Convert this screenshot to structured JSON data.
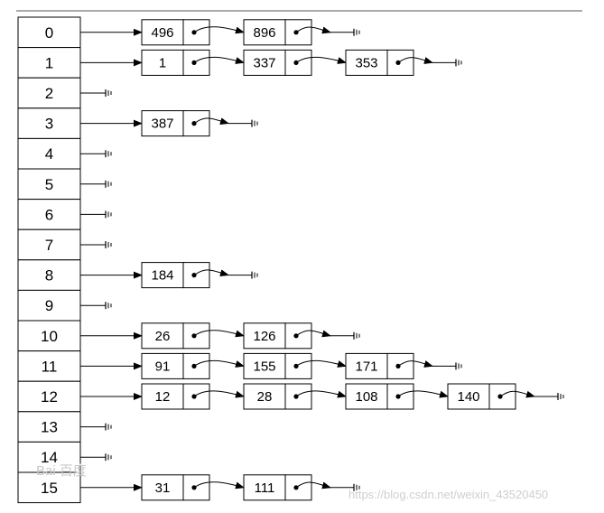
{
  "table": {
    "indices": [
      "0",
      "1",
      "2",
      "3",
      "4",
      "5",
      "6",
      "7",
      "8",
      "9",
      "10",
      "11",
      "12",
      "13",
      "14",
      "15"
    ],
    "chains": [
      [
        "496",
        "896"
      ],
      [
        "1",
        "337",
        "353"
      ],
      [],
      [
        "387"
      ],
      [],
      [],
      [],
      [],
      [
        "184"
      ],
      [],
      [
        "26",
        "126"
      ],
      [
        "91",
        "155",
        "171"
      ],
      [
        "12",
        "28",
        "108",
        "140"
      ],
      [],
      [],
      [
        "31",
        "111"
      ]
    ]
  },
  "watermarks": {
    "left": "Bai 百度",
    "right": "https://blog.csdn.net/weixin_43520450"
  }
}
